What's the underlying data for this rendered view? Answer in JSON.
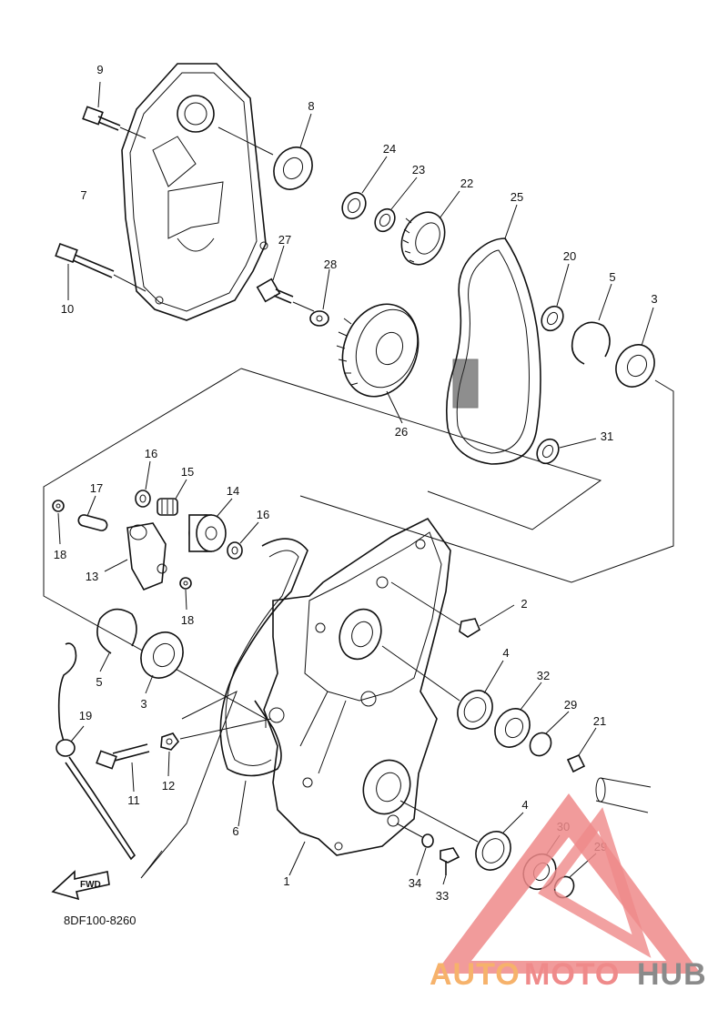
{
  "diagram": {
    "drawing_code": "8DF100-8260",
    "fwd_label": "FWD",
    "callouts": [
      {
        "id": "c9",
        "text": "9"
      },
      {
        "id": "c8",
        "text": "8"
      },
      {
        "id": "c7",
        "text": "7"
      },
      {
        "id": "c10",
        "text": "10"
      },
      {
        "id": "c24",
        "text": "24"
      },
      {
        "id": "c23",
        "text": "23"
      },
      {
        "id": "c22",
        "text": "22"
      },
      {
        "id": "c25",
        "text": "25"
      },
      {
        "id": "c27",
        "text": "27"
      },
      {
        "id": "c28",
        "text": "28"
      },
      {
        "id": "c20",
        "text": "20"
      },
      {
        "id": "c5a",
        "text": "5"
      },
      {
        "id": "c3a",
        "text": "3"
      },
      {
        "id": "c26",
        "text": "26"
      },
      {
        "id": "c31",
        "text": "31"
      },
      {
        "id": "c16a",
        "text": "16"
      },
      {
        "id": "c15",
        "text": "15"
      },
      {
        "id": "c17",
        "text": "17"
      },
      {
        "id": "c14",
        "text": "14"
      },
      {
        "id": "c16b",
        "text": "16"
      },
      {
        "id": "c18a",
        "text": "18"
      },
      {
        "id": "c13",
        "text": "13"
      },
      {
        "id": "c18b",
        "text": "18"
      },
      {
        "id": "c2",
        "text": "2"
      },
      {
        "id": "c5b",
        "text": "5"
      },
      {
        "id": "c3b",
        "text": "3"
      },
      {
        "id": "c4a",
        "text": "4"
      },
      {
        "id": "c32",
        "text": "32"
      },
      {
        "id": "c29a",
        "text": "29"
      },
      {
        "id": "c21",
        "text": "21"
      },
      {
        "id": "c19",
        "text": "19"
      },
      {
        "id": "c11",
        "text": "11"
      },
      {
        "id": "c12",
        "text": "12"
      },
      {
        "id": "c6",
        "text": "6"
      },
      {
        "id": "c1",
        "text": "1"
      },
      {
        "id": "c4b",
        "text": "4"
      },
      {
        "id": "c30",
        "text": "30"
      },
      {
        "id": "c29b",
        "text": "29"
      },
      {
        "id": "c34",
        "text": "34"
      },
      {
        "id": "c33",
        "text": "33"
      }
    ]
  },
  "watermark": {
    "part1": "AUTO",
    "part2": "MOTO",
    "part3": "HUB",
    "colors": {
      "orange": "#f6b26b",
      "red": "#ef8a8a",
      "gray": "#8a8a8a"
    }
  }
}
